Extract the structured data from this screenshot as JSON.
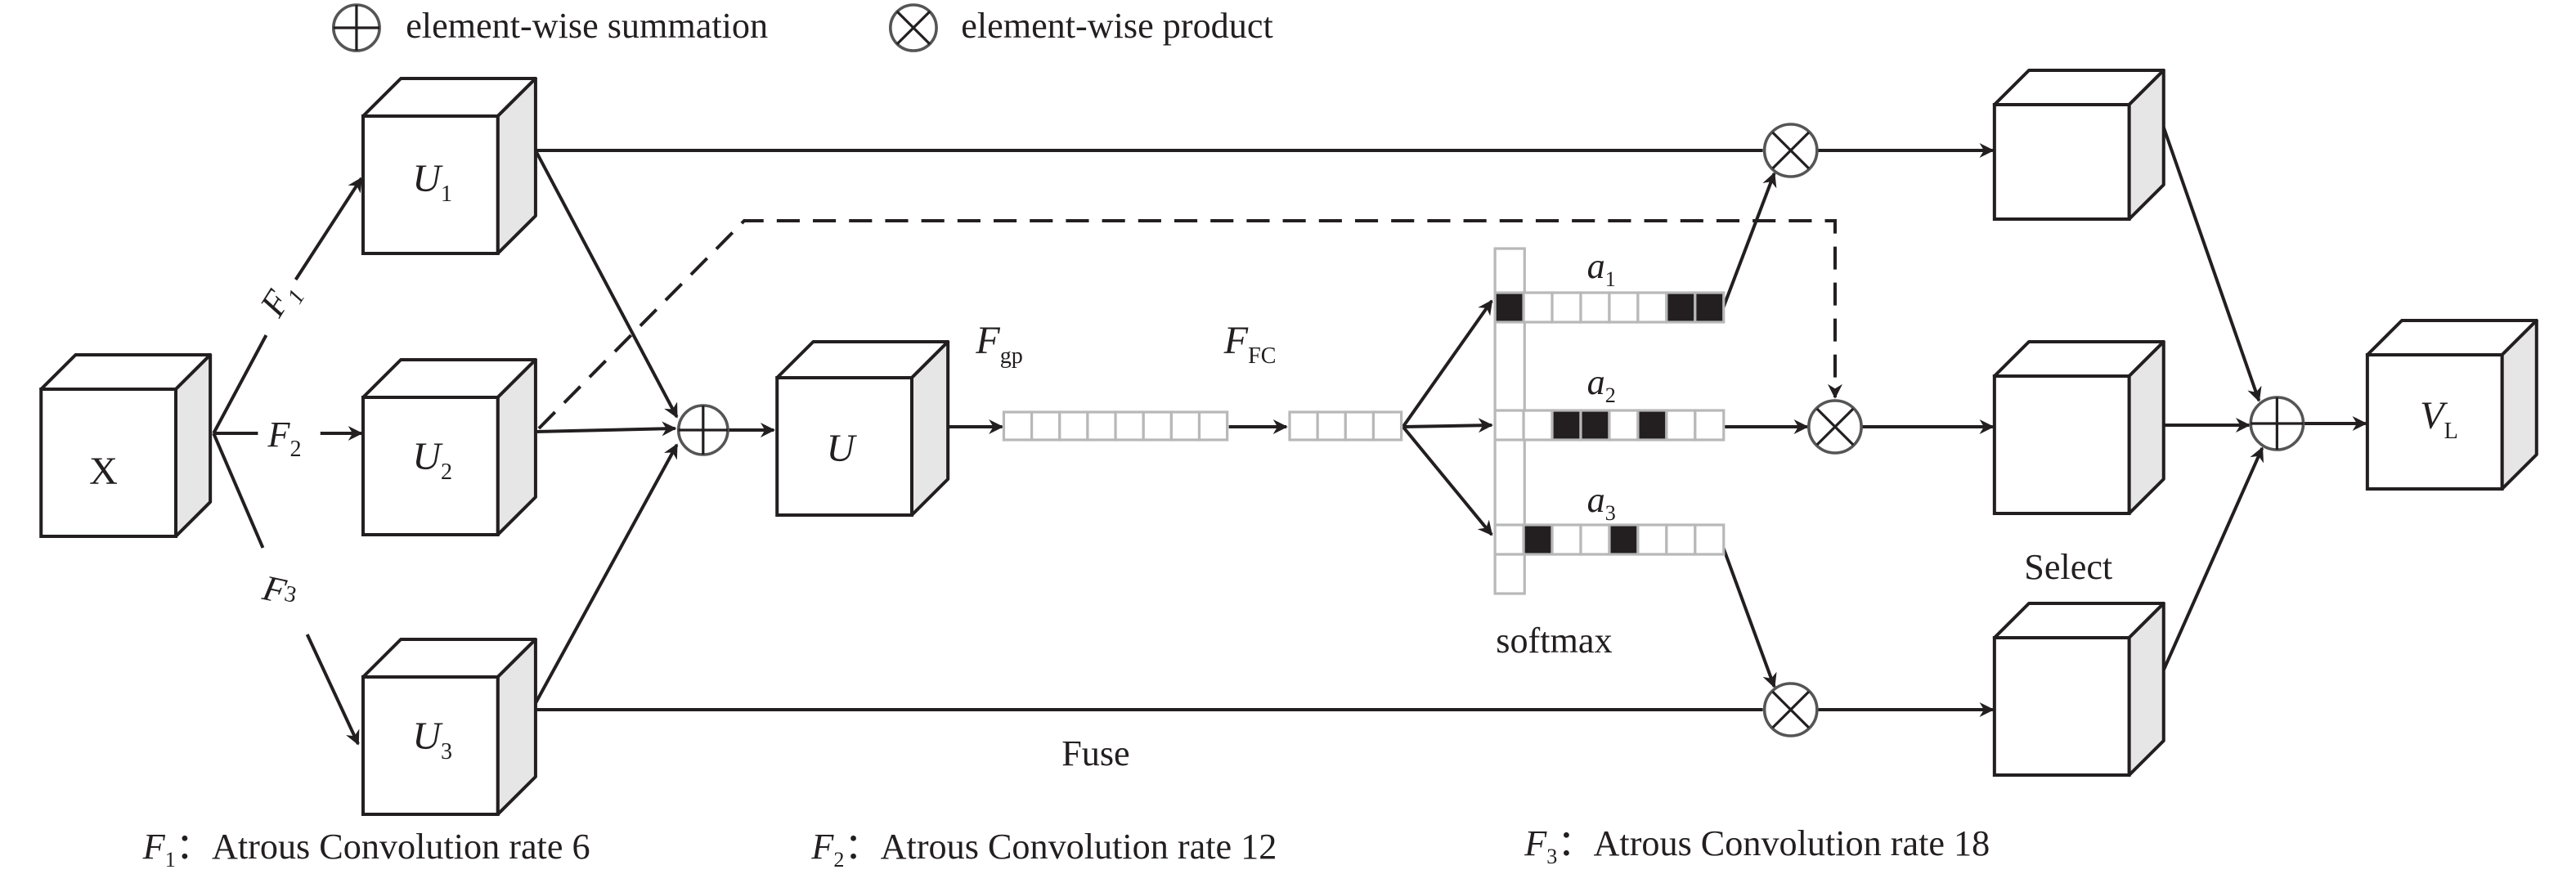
{
  "legend": {
    "sum_label": "element-wise summation",
    "product_label": "element-wise product"
  },
  "blocks": {
    "input": {
      "label": "X"
    },
    "u1": {
      "label": "U",
      "sub": "1"
    },
    "u2": {
      "label": "U",
      "sub": "2"
    },
    "u3": {
      "label": "U",
      "sub": "3"
    },
    "u": {
      "label": "U"
    },
    "output": {
      "label": "V",
      "sub": "L"
    }
  },
  "edges": {
    "f1": {
      "label": "F",
      "sub": "1"
    },
    "f2": {
      "label": "F",
      "sub": "2"
    },
    "f3": {
      "label": "F",
      "sub": "3"
    }
  },
  "vectors": {
    "gp": {
      "label": "F",
      "sub": "gp",
      "cells": 8
    },
    "fc": {
      "label": "F",
      "sub": "FC",
      "cells": 4
    }
  },
  "softmax": {
    "label": "softmax",
    "rows": [
      {
        "label": "a",
        "sub": "1",
        "cells": [
          1,
          0,
          0,
          0,
          0,
          0,
          1,
          1
        ]
      },
      {
        "label": "a",
        "sub": "2",
        "cells": [
          0,
          0,
          1,
          1,
          0,
          1,
          0,
          0
        ]
      },
      {
        "label": "a",
        "sub": "3",
        "cells": [
          0,
          1,
          0,
          0,
          1,
          0,
          0,
          0
        ]
      }
    ]
  },
  "stages": {
    "fuse": "Fuse",
    "select": "Select"
  },
  "footnotes": [
    {
      "symbol": "F",
      "sub": "1",
      "sep": "：",
      "text": "Atrous Convolution rate 6"
    },
    {
      "symbol": "F",
      "sub": "2",
      "sep": "：",
      "text": "Atrous Convolution rate 12"
    },
    {
      "symbol": "F",
      "sub": "3",
      "sep": "：",
      "text": "Atrous Convolution rate 18"
    }
  ],
  "colors": {
    "ink": "#231f20",
    "side_fill": "#e6e6e6",
    "cell_border": "#b8b8b8",
    "cell_filled": "#231f20"
  }
}
